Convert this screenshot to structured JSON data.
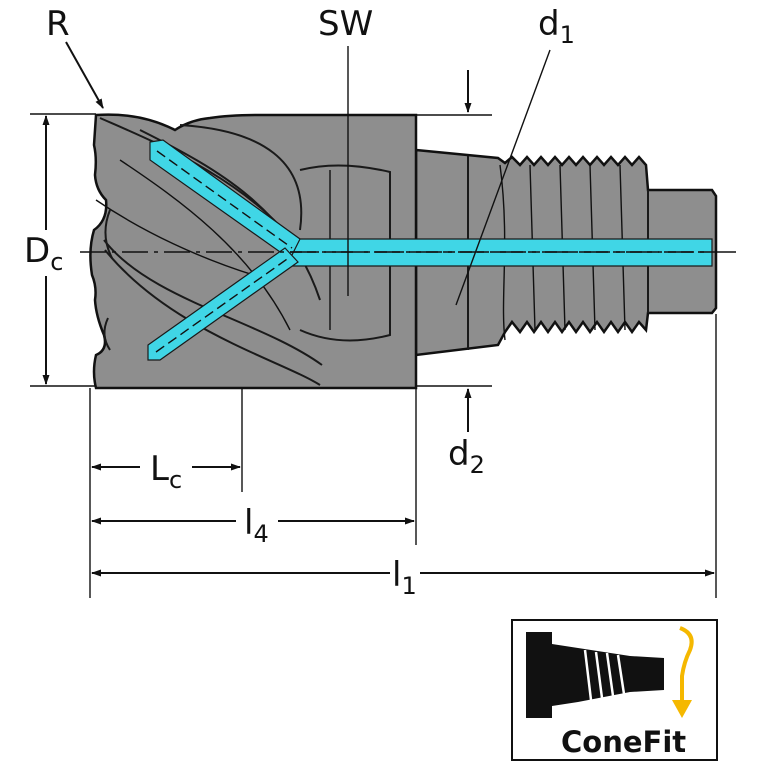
{
  "labels": {
    "radius": "R",
    "wrench_size": "SW",
    "d1_main": "d",
    "d1_sub": "1",
    "dc_main": "D",
    "dc_sub": "c",
    "d2_main": "d",
    "d2_sub": "2",
    "lc_main": "L",
    "lc_sub": "c",
    "l4_main": "l",
    "l4_sub": "4",
    "l1_main": "l",
    "l1_sub": "1"
  },
  "badge": {
    "text": "ConeFit",
    "arrow_color": "#f5b800"
  },
  "colors": {
    "body": "#8e8e8e",
    "coolant": "#40d6e6",
    "line": "#111111"
  }
}
